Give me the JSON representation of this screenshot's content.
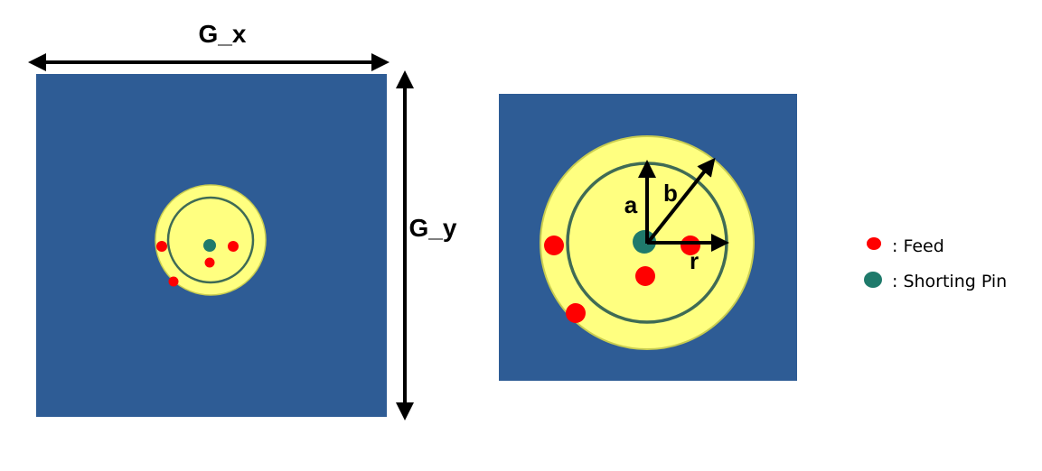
{
  "dimension_labels": {
    "gx": "G_x",
    "gy": "G_y"
  },
  "parameter_labels": {
    "a": "a",
    "b": "b",
    "r": "r"
  },
  "legend": [
    {
      "label": ": Feed",
      "color": "#ff0000"
    },
    {
      "label": ": Shorting Pin",
      "color": "#1f7a6b"
    }
  ],
  "colors": {
    "ground": "#2e5c95",
    "patch": "#ffff80",
    "patch_edge": "#c9cd50",
    "ring": "#3f6b55",
    "feed": "#ff0000",
    "shorting_pin": "#1f7a6b",
    "arrow": "#000000"
  }
}
